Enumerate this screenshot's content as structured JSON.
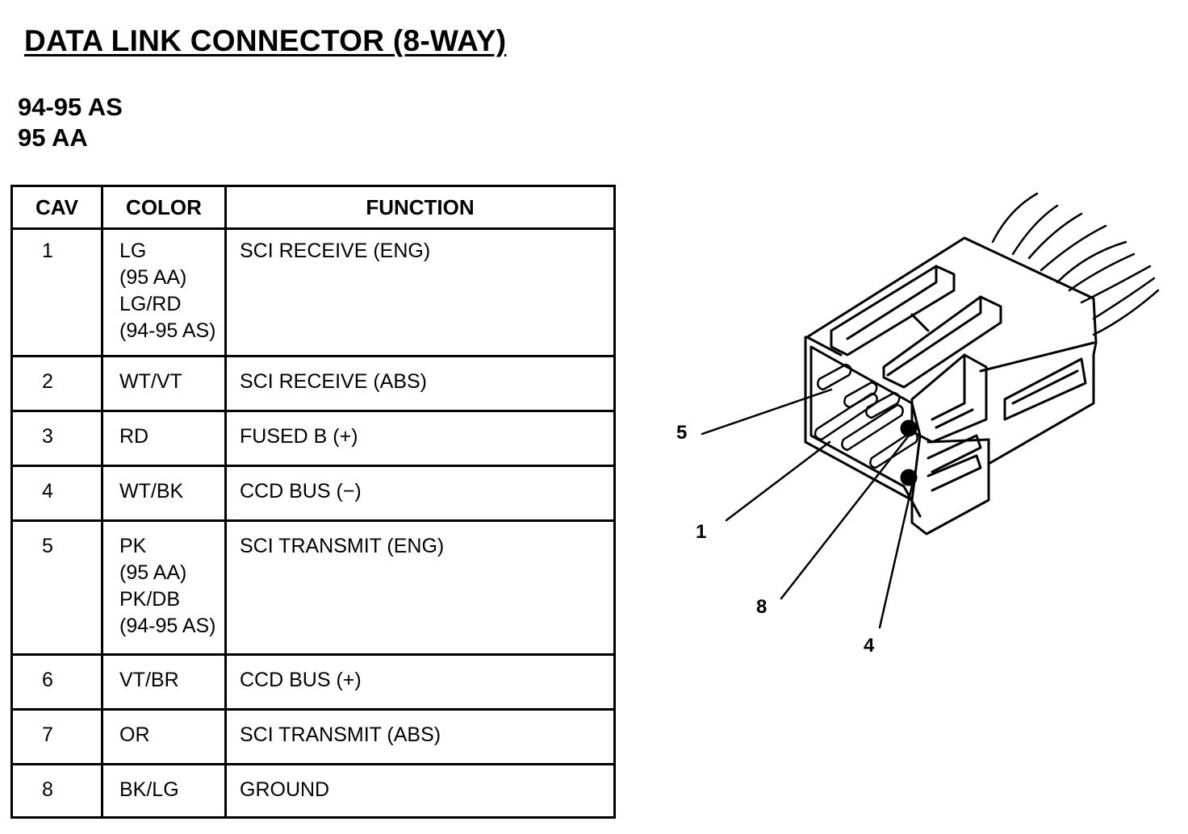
{
  "title": "DATA LINK CONNECTOR (8-WAY)",
  "models": [
    "94-95 AS",
    "95 AA"
  ],
  "table": {
    "headers": [
      "CAV",
      "COLOR",
      "FUNCTION"
    ],
    "rows": [
      {
        "cav": "1",
        "color": [
          "LG",
          "(95 AA)",
          "LG/RD",
          "(94-95 AS)"
        ],
        "function": "SCI RECEIVE (ENG)"
      },
      {
        "cav": "2",
        "color": [
          "WT/VT"
        ],
        "function": "SCI RECEIVE (ABS)"
      },
      {
        "cav": "3",
        "color": [
          "RD"
        ],
        "function": "FUSED B (+)"
      },
      {
        "cav": "4",
        "color": [
          "WT/BK"
        ],
        "function": "CCD BUS (−)"
      },
      {
        "cav": "5",
        "color": [
          "PK",
          "(95 AA)",
          "PK/DB",
          "(94-95 AS)"
        ],
        "function": "SCI TRANSMIT (ENG)"
      },
      {
        "cav": "6",
        "color": [
          "VT/BR"
        ],
        "function": "CCD BUS (+)"
      },
      {
        "cav": "7",
        "color": [
          "OR"
        ],
        "function": "SCI TRANSMIT (ABS)"
      },
      {
        "cav": "8",
        "color": [
          "BK/LG"
        ],
        "function": "GROUND"
      }
    ]
  },
  "diagram": {
    "pin_labels": [
      "5",
      "1",
      "8",
      "4"
    ]
  }
}
